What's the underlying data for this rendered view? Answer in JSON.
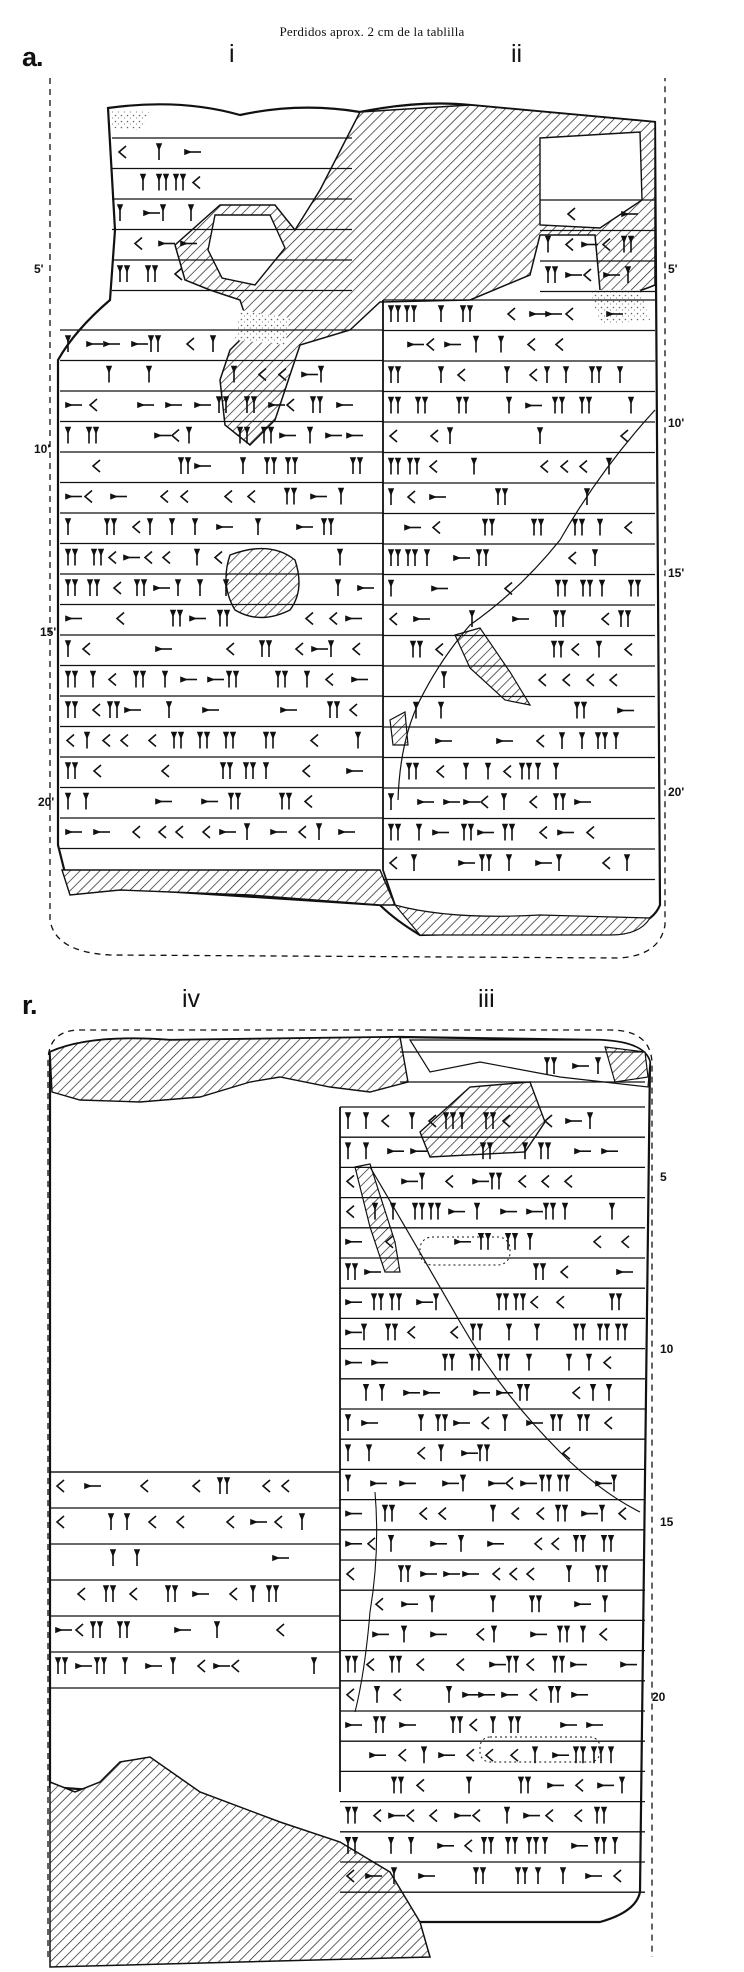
{
  "caption": "Perdidos aprox. 2 cm de la tablilla",
  "obverse": {
    "face_label": "a.",
    "columns": [
      "i",
      "ii"
    ],
    "line_numbers_left": [
      "5'",
      "10'",
      "15'",
      "20'"
    ],
    "line_numbers_right": [
      "5'",
      "10'",
      "15'",
      "20'"
    ]
  },
  "reverse": {
    "face_label": "r.",
    "columns": [
      "iv",
      "iii"
    ],
    "line_numbers_right": [
      "5",
      "10",
      "15",
      "20"
    ]
  },
  "colors": {
    "ink": "#111111",
    "paper": "#ffffff",
    "hatch": "#222222",
    "stipple": "#777777"
  }
}
